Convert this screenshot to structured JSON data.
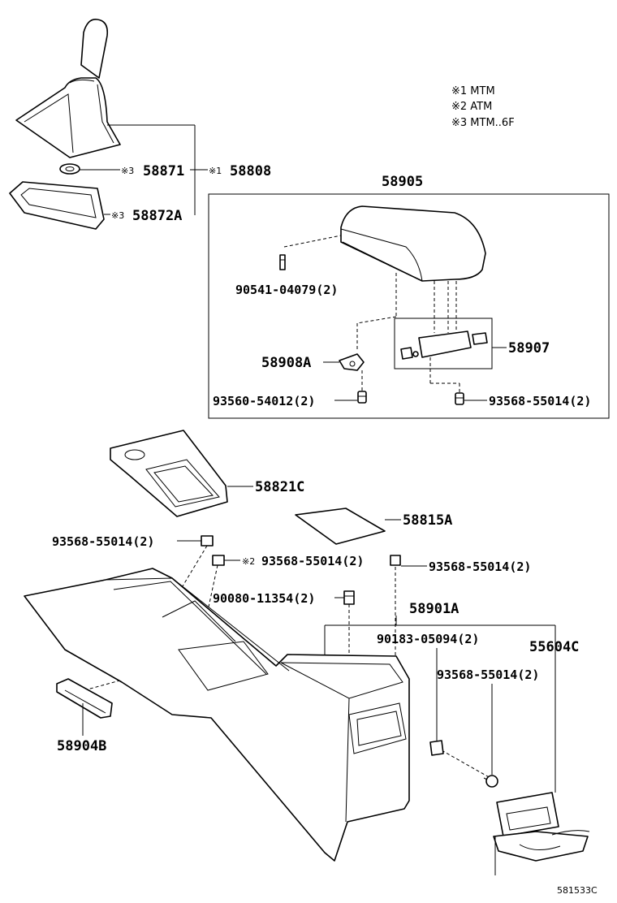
{
  "legend": {
    "l1": "※1 MTM",
    "l2": "※2  ATM",
    "l3": "※3 MTM..6F"
  },
  "labels": {
    "p58871": "58871",
    "p58808": "58808",
    "p58872A": "58872A",
    "p58905": "58905",
    "p90541": "90541-04079(2)",
    "p58907": "58907",
    "p58908A": "58908A",
    "p93560": "93560-54012(2)",
    "p93568_box": "93568-55014(2)",
    "p58821C": "58821C",
    "p58815A": "58815A",
    "p93568_left": "93568-55014(2)",
    "p93568_mid": "93568-55014(2)",
    "p93568_right": "93568-55014(2)",
    "p90080": "90080-11354(2)",
    "p58901A": "58901A",
    "p90183": "90183-05094(2)",
    "p55604C": "55604C",
    "p93568_low": "93568-55014(2)",
    "p58904B": "58904B"
  },
  "marks": {
    "m3a": "※3",
    "m1": "※1",
    "m3b": "※3",
    "m2": "※2"
  },
  "diagram_id": "581533C"
}
